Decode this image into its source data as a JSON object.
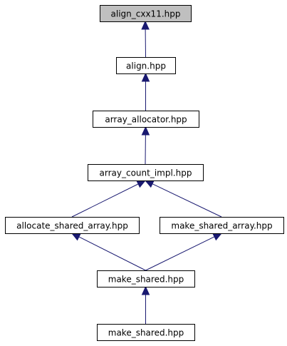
{
  "nodes": [
    {
      "id": "n1",
      "label": "align_cxx11.hpp",
      "highlighted": true
    },
    {
      "id": "n2",
      "label": "align.hpp",
      "highlighted": false
    },
    {
      "id": "n3",
      "label": "array_allocator.hpp",
      "highlighted": false
    },
    {
      "id": "n4",
      "label": "array_count_impl.hpp",
      "highlighted": false
    },
    {
      "id": "n5",
      "label": "allocate_shared_array.hpp",
      "highlighted": false
    },
    {
      "id": "n6",
      "label": "make_shared_array.hpp",
      "highlighted": false
    },
    {
      "id": "n7",
      "label": "make_shared.hpp",
      "highlighted": false
    },
    {
      "id": "n8",
      "label": "make_shared.hpp",
      "highlighted": false
    }
  ],
  "edges": [
    {
      "from": "n2",
      "to": "n1"
    },
    {
      "from": "n3",
      "to": "n2"
    },
    {
      "from": "n4",
      "to": "n3"
    },
    {
      "from": "n5",
      "to": "n4"
    },
    {
      "from": "n6",
      "to": "n4"
    },
    {
      "from": "n7",
      "to": "n5"
    },
    {
      "from": "n7",
      "to": "n6"
    },
    {
      "from": "n8",
      "to": "n7"
    }
  ],
  "colors": {
    "highlight_fill": "#bfbfbf",
    "node_fill": "#ffffff",
    "node_border": "#000000",
    "edge": "#191970"
  }
}
